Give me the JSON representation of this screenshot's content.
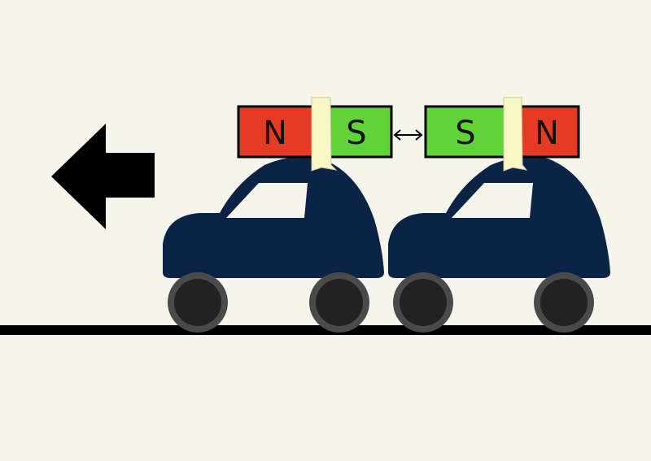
{
  "colors": {
    "background": "#f6f5ec",
    "car_body": "#0b2345",
    "car_window": "#f6f5ec",
    "wheel": "#222222",
    "wheel_rim": "#4a4a4a",
    "north_pole": "#e53a24",
    "south_pole": "#62d23a",
    "tape": "#fbf7c5",
    "arrow": "#000000",
    "ground": "#000000"
  },
  "motion_arrow": {
    "direction": "left",
    "icon": "left-arrow-icon"
  },
  "gap_indicator": {
    "icon": "double-headed-arrow-icon"
  },
  "cars": [
    {
      "position": "front",
      "magnet": {
        "left_pole": "N",
        "right_pole": "S"
      }
    },
    {
      "position": "rear",
      "magnet": {
        "left_pole": "S",
        "right_pole": "N"
      }
    }
  ]
}
